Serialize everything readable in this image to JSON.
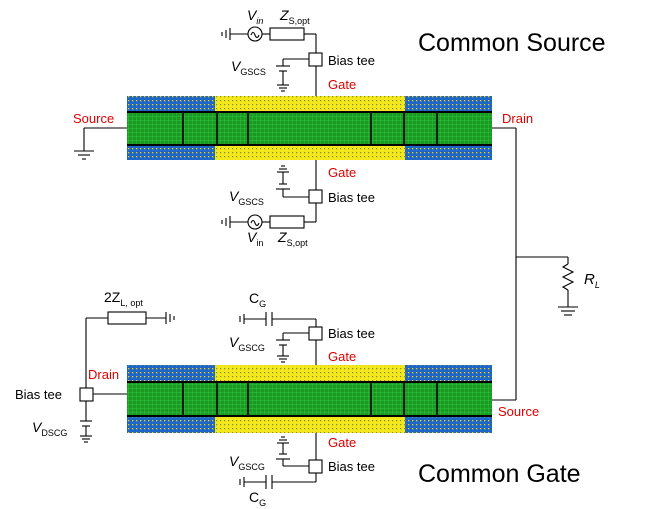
{
  "titles": {
    "common_source": "Common Source",
    "common_gate": "Common Gate"
  },
  "colors": {
    "outer_band": "#1f66c9",
    "outer_band_dots": "#f5d400",
    "gate_band": "#f2e81c",
    "core": "#1a9a22",
    "core_grid": "#35d04a",
    "red_label": "#e00000"
  },
  "cs": {
    "source_label": "Source",
    "drain_label": "Drain",
    "gate_top_label": "Gate",
    "gate_bottom_label": "Gate",
    "top": {
      "vin": "V",
      "vin_sub": "in",
      "z": "Z",
      "z_sub": "S,opt",
      "vg": "V",
      "vg_sub": "GSCS",
      "bias_tee": "Bias tee"
    },
    "bottom": {
      "vin": "V",
      "vin_sub": "in",
      "z": "Z",
      "z_sub": "S,opt",
      "vg": "V",
      "vg_sub": "GSCS",
      "bias_tee": "Bias tee"
    }
  },
  "cg": {
    "drain_label": "Drain",
    "source_label": "Source",
    "gate_top_label": "Gate",
    "gate_bottom_label": "Gate",
    "top": {
      "c": "C",
      "c_sub": "G",
      "vg": "V",
      "vg_sub": "GSCG",
      "bias_tee": "Bias tee"
    },
    "bottom": {
      "c": "C",
      "c_sub": "G",
      "vg": "V",
      "vg_sub": "GSCG",
      "bias_tee": "Bias tee"
    },
    "left": {
      "z": "2Z",
      "z_sub": "L, opt",
      "vd": "V",
      "vd_sub": "DSCG",
      "bias_tee": "Bias tee"
    }
  },
  "load": {
    "r": "R",
    "r_sub": "L"
  }
}
